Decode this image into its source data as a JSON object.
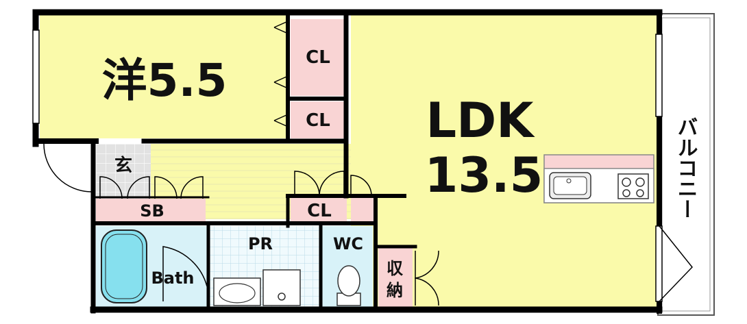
{
  "rooms": {
    "western_room": "洋5.5",
    "ldk_name": "LDK",
    "ldk_size": "13.5",
    "closet_top": "CL",
    "closet_middle": "CL",
    "closet_hall": "CL",
    "entrance": "玄",
    "shoe_box": "SB",
    "bath": "Bath",
    "powder_room": "PR",
    "toilet": "WC",
    "storage_line1": "収",
    "storage_line2": "納",
    "balcony": "バルコニー"
  },
  "colors": {
    "room_yellow": "#fafaaa",
    "closet_pink": "#f9d4d4",
    "wet_blue": "#d8f2f8",
    "bathtub": "#86e0ee",
    "entrance_tile": "#d8d8d8",
    "wall": "#000000"
  }
}
